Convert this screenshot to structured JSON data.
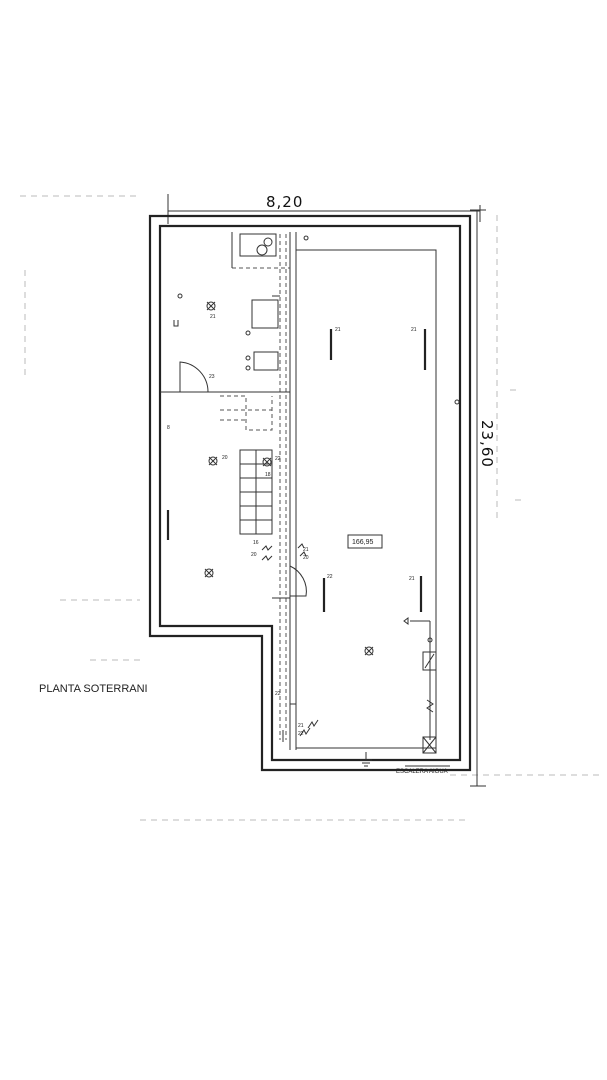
{
  "plan": {
    "title": "PLANTA SOTERRANI",
    "width_dimension": "8,20",
    "depth_dimension": "23,60",
    "area_label": "166,95",
    "stair_label": "ESCALERA AIGUA",
    "circuit_labels": {
      "l23": "23",
      "l21a": "21",
      "l21b": "21",
      "l21c": "21",
      "l20a": "20",
      "l20b": "20",
      "l20c": "20",
      "l22a": "22",
      "l22b": "22",
      "l18": "18",
      "l16": "16",
      "l21d": "21",
      "l22c": "22",
      "l21e": "21",
      "l21f": "21",
      "l22d": "22",
      "l8": "8"
    }
  }
}
